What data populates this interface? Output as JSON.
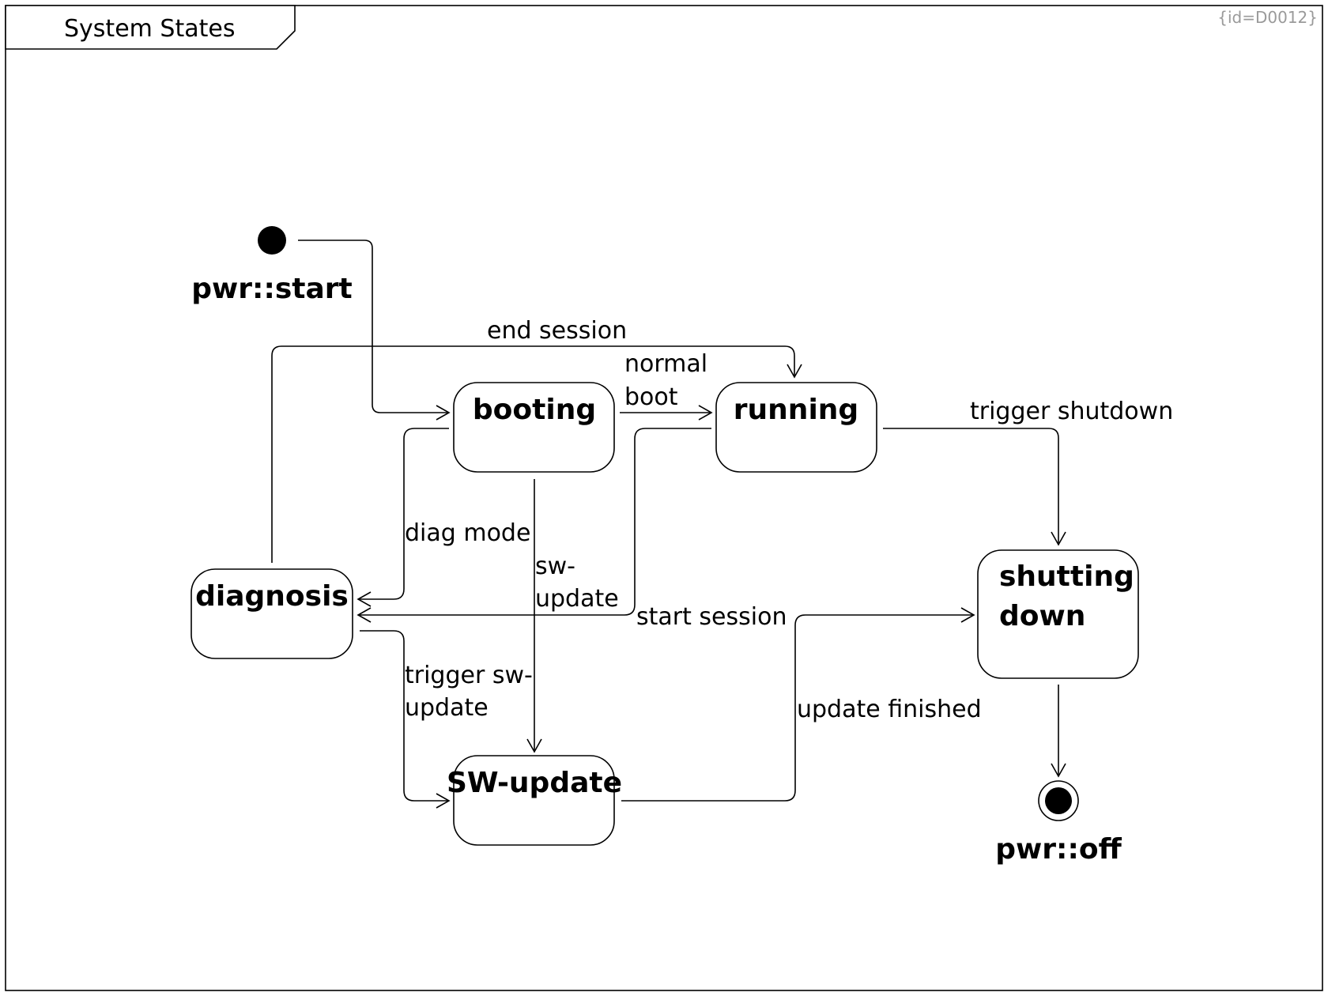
{
  "frame": {
    "title": "System States",
    "id_tag": "{id=D0012}"
  },
  "states": {
    "booting": "booting",
    "running": "running",
    "diagnosis": "diagnosis",
    "sw_update": "SW-update",
    "shutting_down_line1": "shutting",
    "shutting_down_line2": "down"
  },
  "pseudo": {
    "start": "pwr::start",
    "end": "pwr::off"
  },
  "transitions": {
    "end_session": "end session",
    "normal_boot_line1": "normal",
    "normal_boot_line2": "boot",
    "trigger_shutdown": "trigger shutdown",
    "diag_mode": "diag mode",
    "sw_update_line1": "sw-",
    "sw_update_line2": "update",
    "start_session": "start session",
    "trigger_sw_update_line1": "trigger sw-",
    "trigger_sw_update_line2": "update",
    "update_finished": "update finished"
  }
}
